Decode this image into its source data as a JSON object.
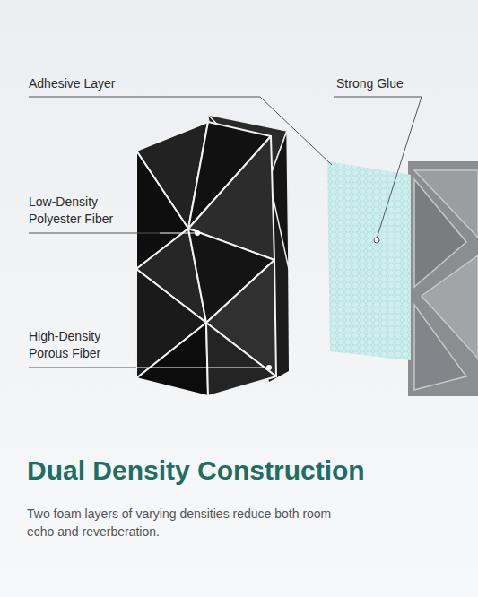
{
  "diagram": {
    "title": "Dual Density Construction",
    "caption": "Two foam layers of varying densities reduce both room echo and reverberation.",
    "labels": [
      "Adhesive Layer",
      "Strong Glue",
      "Low-Density Polyester Fiber",
      "High-Density Porous Fiber"
    ]
  }
}
